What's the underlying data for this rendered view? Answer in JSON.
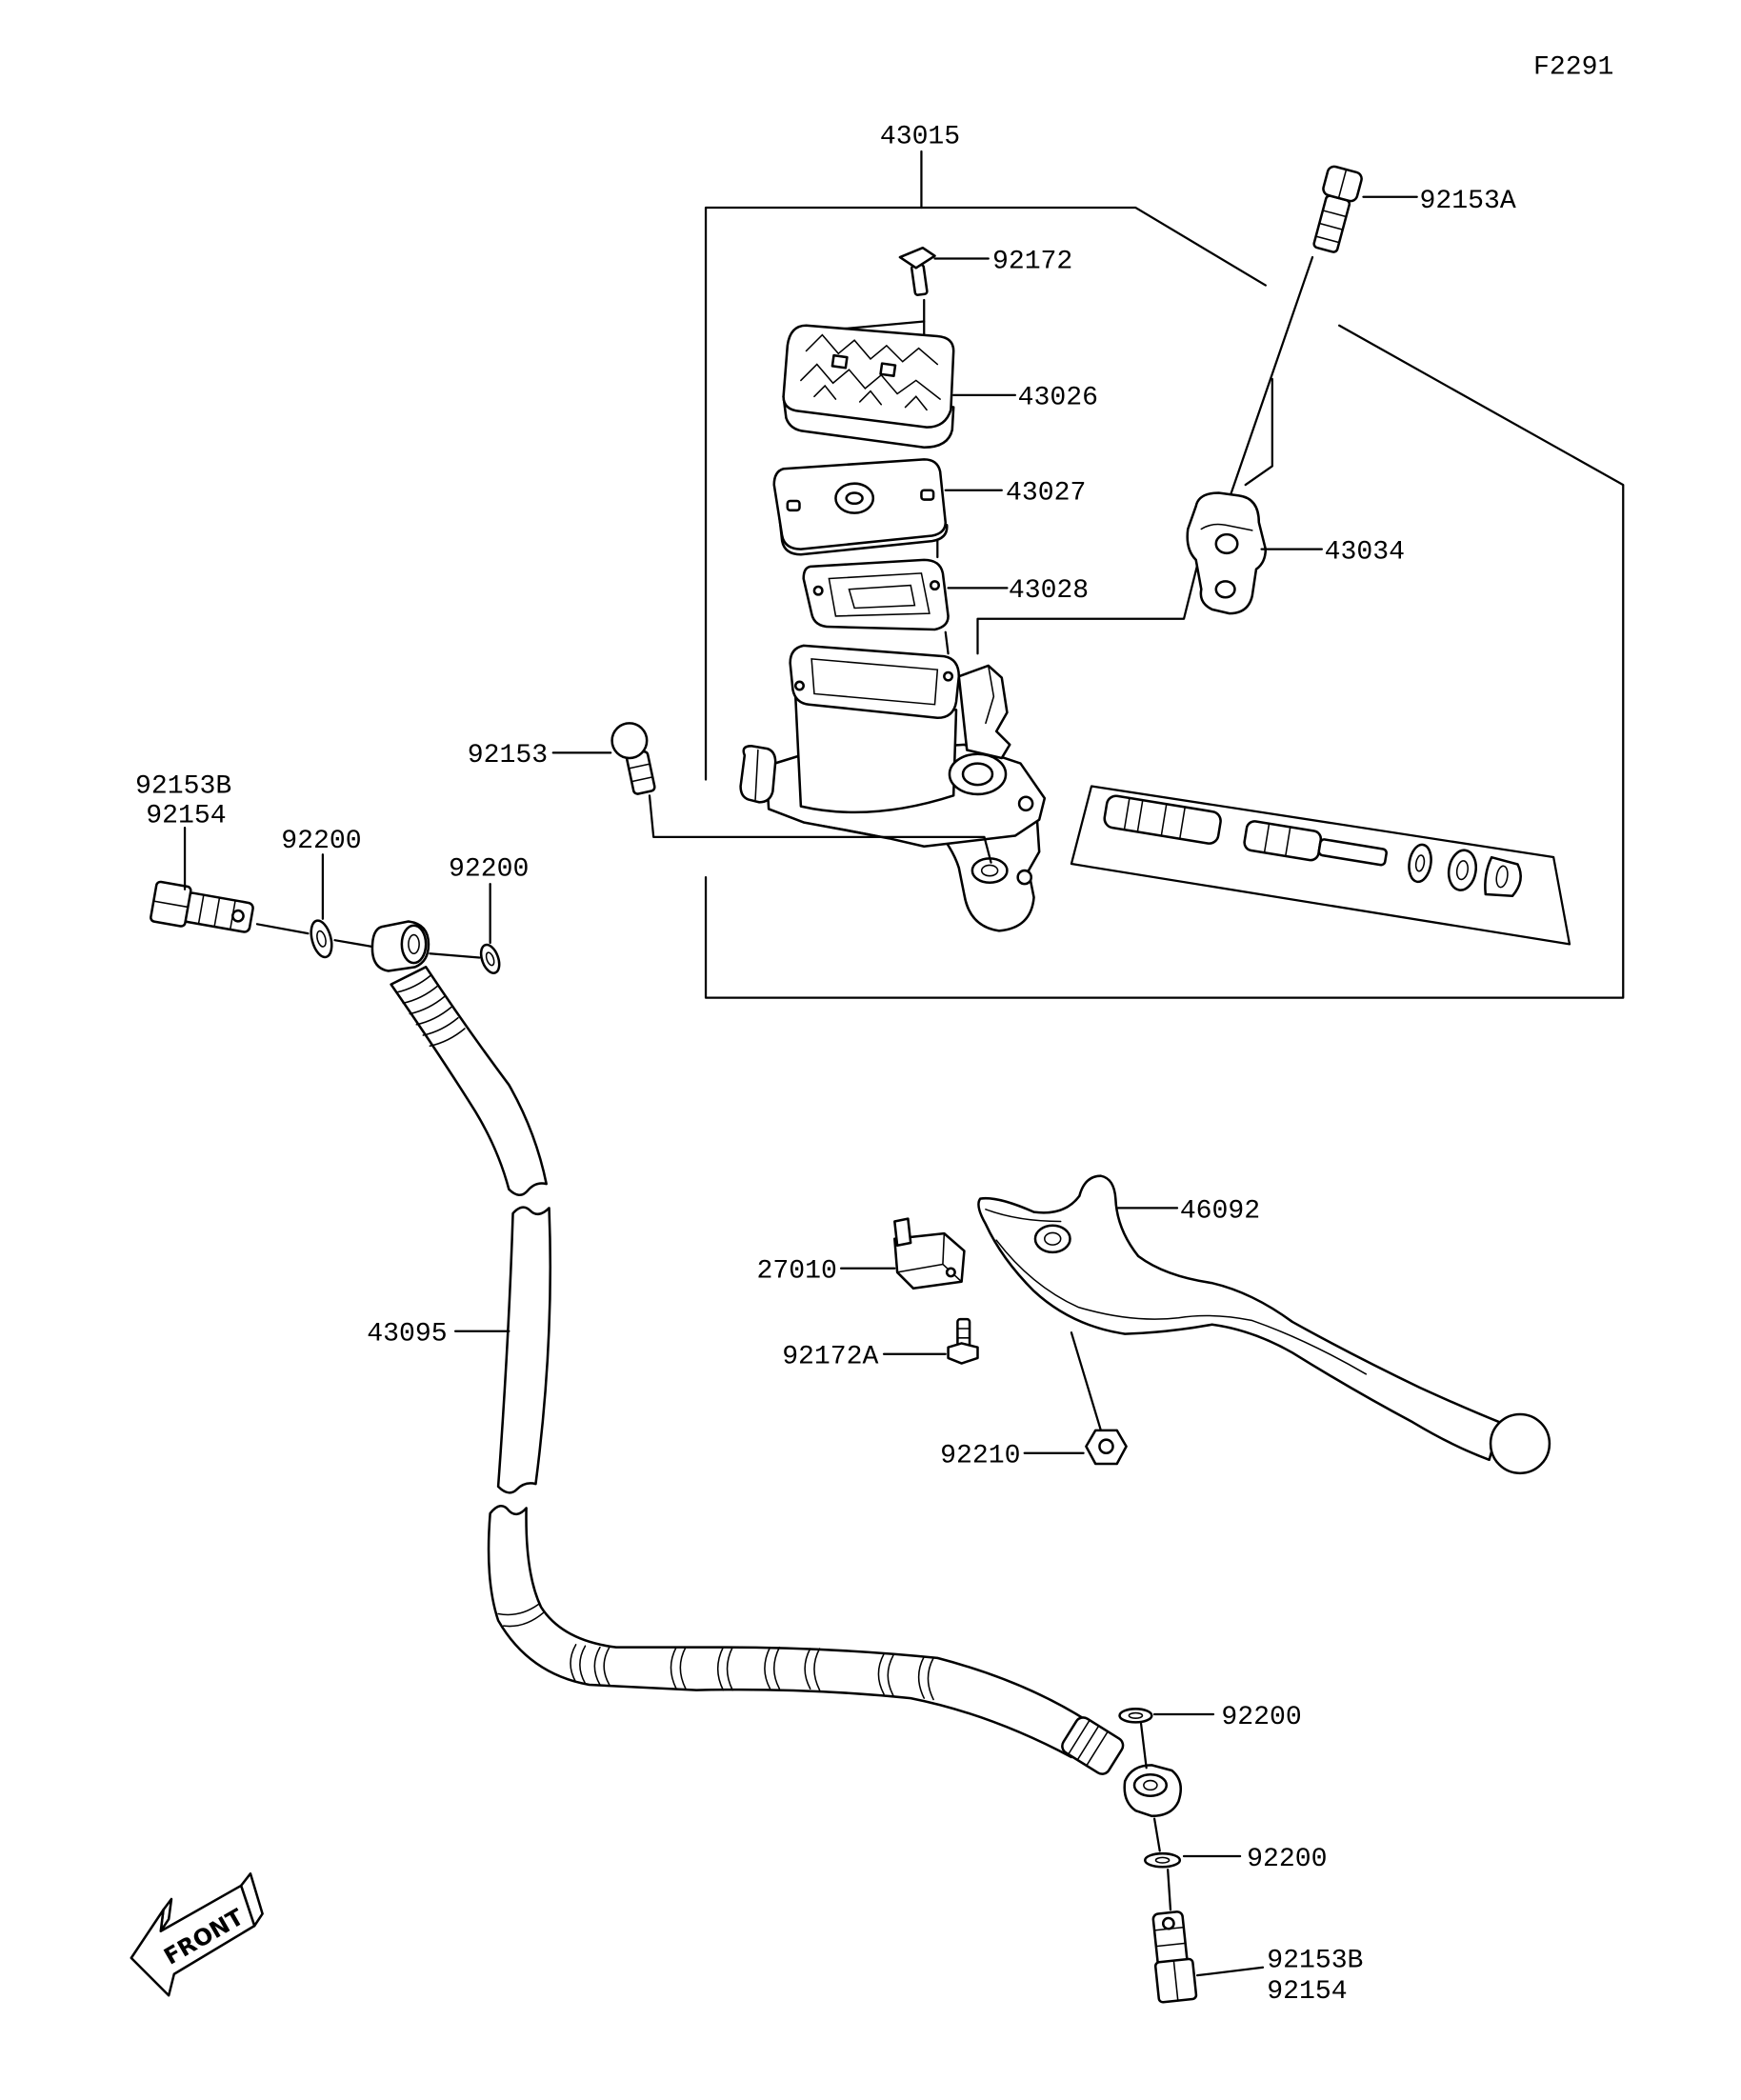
{
  "diagram_code": "F2291",
  "callouts": [
    "43015",
    "92153A",
    "92172",
    "43026",
    "43027",
    "43034",
    "43028",
    "92153",
    "92153B",
    "92154",
    "92200",
    "92200",
    "46092",
    "27010",
    "43095",
    "92172A",
    "92210",
    "92200",
    "92200",
    "92153B",
    "92154"
  ],
  "front_arrow_label": "FRONT",
  "colors": {
    "line": "#000000",
    "background": "#ffffff"
  }
}
